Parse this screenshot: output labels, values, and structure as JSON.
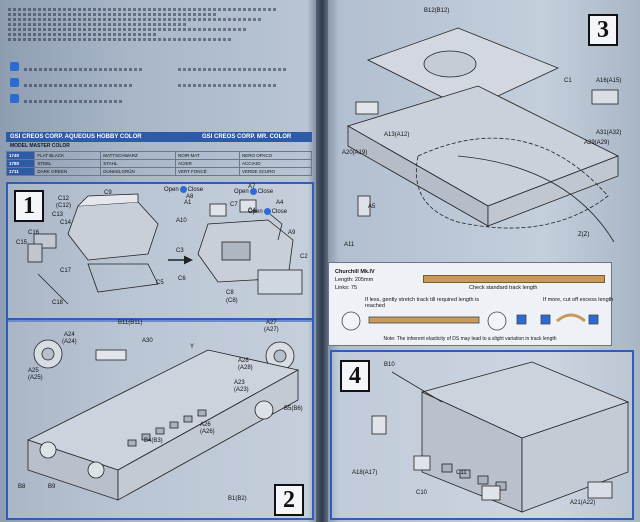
{
  "paint_table": {
    "header_left": "GSI CREOS CORP. AQUEOUS HOBBY COLOR",
    "header_right": "GSI CREOS CORP. MR. COLOR",
    "sub_left": "MODEL MASTER COLOR",
    "rows": [
      {
        "code": "1740",
        "name": "FLAT BLACK",
        "de": "MATTSCHWARZ",
        "fr": "NOIR MAT",
        "it": "NERO OPACO"
      },
      {
        "code": "1780",
        "name": "STEEL",
        "de": "STAHL",
        "fr": "ACIER",
        "it": "ACCIAIO"
      },
      {
        "code": "1711",
        "name": "DARK GREEN",
        "de": "DUNKELGRÜN",
        "fr": "VERT FONCÉ",
        "it": "VERDE SCURO"
      }
    ]
  },
  "steps": {
    "step1": "1",
    "step2": "2",
    "step3": "3",
    "step4": "4"
  },
  "step1_labels": [
    "C9",
    "C12",
    "(C12)",
    "C13",
    "C14",
    "C16",
    "C15",
    "C17",
    "C18",
    "C5",
    "A1",
    "A10",
    "A8",
    "C3",
    "C7",
    "A7",
    "C4",
    "A4",
    "A9",
    "C6",
    "C2",
    "C8",
    "(C8)",
    "Open",
    "Close",
    "Open",
    "Close",
    "Open",
    "Close"
  ],
  "step2_labels": [
    "A24",
    "(A24)",
    "A25",
    "(A25)",
    "B11(B11)",
    "A30",
    "A27",
    "(A27)",
    "A28",
    "(A28)",
    "Y",
    "A23",
    "(A23)",
    "A26",
    "(A26)",
    "B5(B6)",
    "B4(B3)",
    "B8",
    "B9",
    "B1(B2)"
  ],
  "step3_labels": [
    "B12(B12)",
    "C1",
    "A16(A15)",
    "A13(A12)",
    "A20(A19)",
    "A29(A29)",
    "A31(A32)",
    "A5",
    "A11",
    "Z(Z)"
  ],
  "track": {
    "title": "Churchill Mk.IV",
    "length": "Length: 205mm",
    "links": "Links: 75",
    "check": "Check standard track length",
    "if_less": "If less, gently stretch track till required length is reached",
    "if_more": "If more, cut off excess length",
    "note": "Note: The inherent elasticity of DS may lead to a slight variation in track length"
  },
  "step4_labels": [
    "B10",
    "A18(A17)",
    "C10",
    "C11",
    "A21(A22)"
  ],
  "colors": {
    "accent": "#2d5fb8",
    "paint_header": "#2f5aa6",
    "paper": "#b9c5d4"
  }
}
